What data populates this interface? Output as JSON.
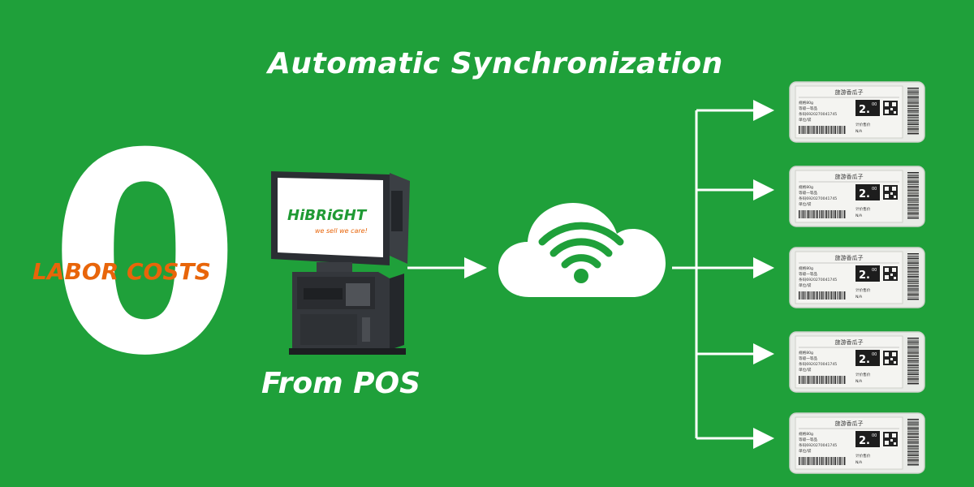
{
  "title": "Automatic Synchronization",
  "big_number": "0",
  "big_number_caption": "LABOR COSTS",
  "pos_caption": "From POS",
  "pos_brand": "HiBRiGHT",
  "pos_slogan": "we sell we care!",
  "colors": {
    "background": "#1fa03a",
    "accent_orange": "#e8650a",
    "foreground": "#ffffff"
  },
  "icons": [
    "cloud-wifi-icon",
    "arrow-right-icon"
  ],
  "esl_tag": {
    "product_name": "旅游香瓜子",
    "price": "2.",
    "price_cents": "00",
    "detail_lines": [
      "规格80g",
      "等级一等品",
      "条码6920270041745",
      "单位/袋"
    ],
    "unit_price_label": "计价售价",
    "unit_price_value": "N/A"
  },
  "esl_tags_count": 5
}
